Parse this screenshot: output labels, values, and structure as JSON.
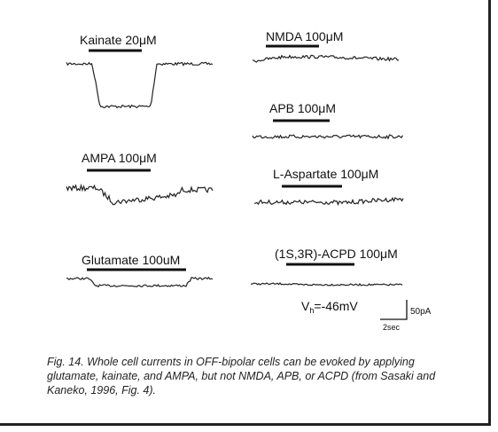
{
  "figure": {
    "panels": [
      {
        "id": "kainate",
        "label": "Kainate 20μM"
      },
      {
        "id": "ampa",
        "label": "AMPA 100μM"
      },
      {
        "id": "glutamate",
        "label": "Glutamate 100uM"
      },
      {
        "id": "nmda",
        "label": "NMDA 100μM"
      },
      {
        "id": "apb",
        "label": "APB 100μM"
      },
      {
        "id": "laspartate",
        "label": "L-Aspartate 100μM"
      },
      {
        "id": "acpd",
        "label": "(1S,3R)-ACPD 100μM"
      }
    ],
    "holding_potential": {
      "symbol": "V",
      "subscript": "h",
      "value": "=-46mV"
    },
    "scale_bar": {
      "current": "50pA",
      "time": "2sec"
    }
  },
  "caption": "Fig. 14. Whole cell currents in OFF-bipolar cells can be evoked by applying glutamate, kainate, and AMPA, but not NMDA, APB, or ACPD (from Sasaki and Kaneko, 1996, Fig. 4)."
}
